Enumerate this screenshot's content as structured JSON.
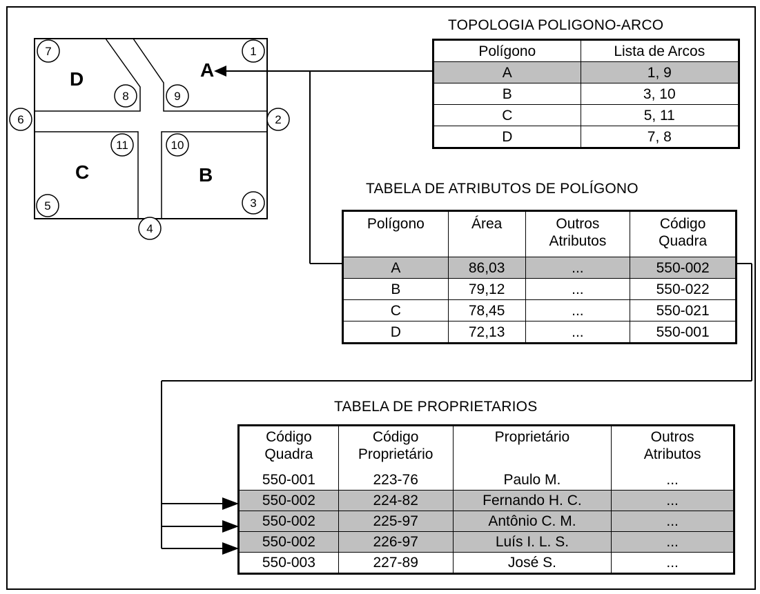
{
  "map": {
    "polygons": [
      "A",
      "B",
      "C",
      "D"
    ],
    "arcs": [
      "1",
      "2",
      "3",
      "4",
      "5",
      "6",
      "7",
      "8",
      "9",
      "10",
      "11"
    ]
  },
  "topology": {
    "title": "TOPOLOGIA POLIGONO-ARCO",
    "headers": [
      "Polígono",
      "Lista de Arcos"
    ],
    "rows": [
      [
        "A",
        "1, 9"
      ],
      [
        "B",
        "3, 10"
      ],
      [
        "C",
        "5, 11"
      ],
      [
        "D",
        "7, 8"
      ]
    ],
    "highlight": 0
  },
  "attributes": {
    "title": "TABELA DE ATRIBUTOS DE POLÍGONO",
    "headers": [
      [
        "Polígono",
        ""
      ],
      [
        "Área",
        ""
      ],
      [
        "Outros",
        "Atributos"
      ],
      [
        "Código",
        "Quadra"
      ]
    ],
    "rows": [
      [
        "A",
        "86,03",
        "...",
        "550-002"
      ],
      [
        "B",
        "79,12",
        "...",
        "550-022"
      ],
      [
        "C",
        "78,45",
        "...",
        "550-021"
      ],
      [
        "D",
        "72,13",
        "...",
        "550-001"
      ]
    ],
    "highlight": 0
  },
  "owners": {
    "title": "TABELA DE PROPRIETARIOS",
    "headers": [
      [
        "Código",
        "Quadra"
      ],
      [
        "Código",
        "Proprietário"
      ],
      [
        "Proprietário",
        ""
      ],
      [
        "Outros",
        "Atributos"
      ]
    ],
    "rows": [
      [
        "550-001",
        "223-76",
        "Paulo M.",
        "..."
      ],
      [
        "550-002",
        "224-82",
        "Fernando H. C.",
        "..."
      ],
      [
        "550-002",
        "225-97",
        "Antônio C. M.",
        "..."
      ],
      [
        "550-002",
        "226-97",
        "Luís I. L. S.",
        "..."
      ],
      [
        "550-003",
        "227-89",
        "José S.",
        "..."
      ]
    ],
    "highlight": [
      1,
      2,
      3
    ]
  }
}
